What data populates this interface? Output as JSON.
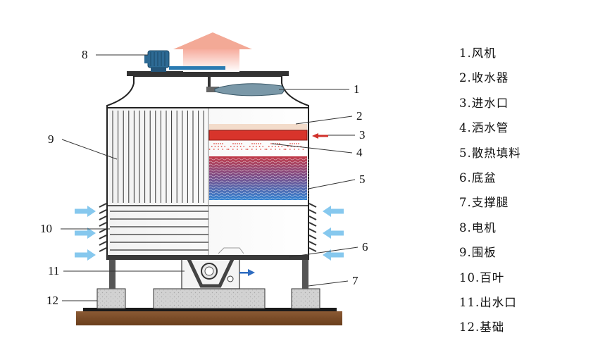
{
  "callouts": [
    "1",
    "2",
    "3",
    "4",
    "5",
    "6",
    "7",
    "8",
    "9",
    "10",
    "11",
    "12"
  ],
  "legend": [
    "1.风机",
    "2.收水器",
    "3.进水口",
    "4.洒水管",
    "5.散热填料",
    "6.底盆",
    "7.支撑腿",
    "8.电机",
    "9.围板",
    "10.百叶",
    "11.出水口",
    "12.基础"
  ],
  "colors": {
    "outline": "#222222",
    "air_arrow_in": "#86c8ee",
    "exhaust_arrow": "#f4b6a8",
    "inlet_arrow": "#d0302a",
    "outlet_arrow": "#2e6cc0",
    "spray_bar": "#d8342b",
    "drift_eliminator": "#f3dccb",
    "fill_top": "#c03a48",
    "fill_bottom": "#2e7fd0",
    "motor": "#2d6a94",
    "fan_blade": "#7a98a8",
    "concrete": "#cfcfcf",
    "soil": "#7a4a26"
  }
}
